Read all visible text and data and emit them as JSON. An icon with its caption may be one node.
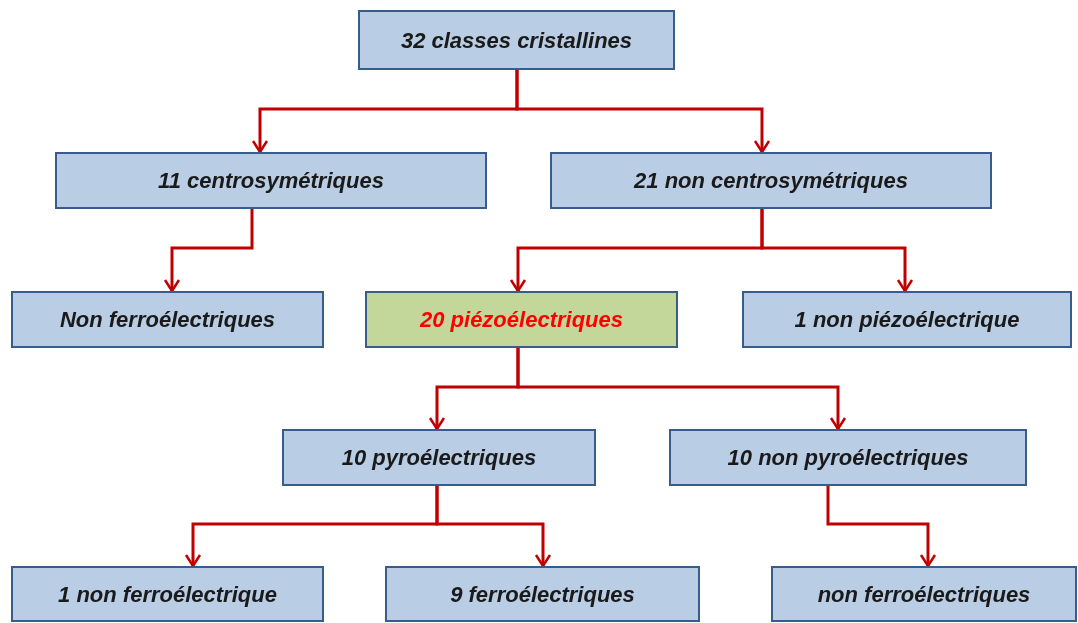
{
  "diagram": {
    "nodes": [
      {
        "text": [
          "32 classes cristallines"
        ]
      },
      {
        "text": [
          "11 centrosymétriques"
        ]
      },
      {
        "text": [
          "21 non centrosymétriques"
        ]
      },
      {
        "text": [
          "Non ferroélectriques"
        ]
      },
      {
        "text": [
          "20 piézoélectriques"
        ]
      },
      {
        "text": [
          "1 non piézoélectrique"
        ]
      },
      {
        "text": [
          "10 pyroélectriques"
        ]
      },
      {
        "text": [
          "10 non pyroélectriques"
        ]
      },
      {
        "text": [
          "1 non ferroélectrique"
        ]
      },
      {
        "text": [
          "9 ferroélectriques"
        ]
      },
      {
        "text": [
          "non ferroélectriques"
        ]
      }
    ],
    "edges": [
      {
        "from": 0,
        "to": 1,
        "arrow": "to"
      },
      {
        "from": 0,
        "to": 2,
        "arrow": "to"
      },
      {
        "from": 1,
        "to": 3,
        "arrow": "to"
      },
      {
        "from": 2,
        "to": 4,
        "arrow": "to"
      },
      {
        "from": 2,
        "to": 5,
        "arrow": "to"
      },
      {
        "from": 4,
        "to": 6,
        "arrow": "to"
      },
      {
        "from": 4,
        "to": 7,
        "arrow": "to"
      },
      {
        "from": 6,
        "to": 8,
        "arrow": "to"
      },
      {
        "from": 6,
        "to": 9,
        "arrow": "to"
      },
      {
        "from": 7,
        "to": 10,
        "arrow": "to"
      }
    ]
  }
}
